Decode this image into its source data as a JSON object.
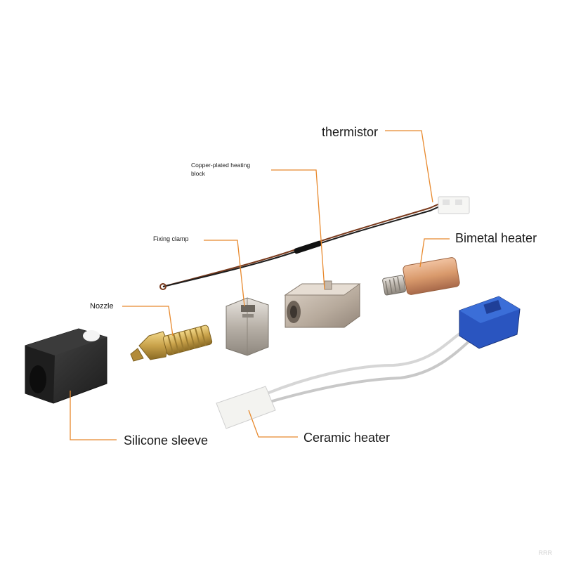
{
  "labels": {
    "thermistor": "thermistor",
    "heating_block": "Copper-plated heating block",
    "fixing_clamp": "Fixing clamp",
    "bimetal_heater": "Bimetal heater",
    "nozzle": "Nozzle",
    "silicone_sleeve": "Silicone sleeve",
    "ceramic_heater": "Ceramic heater"
  },
  "watermark": "RRR",
  "colors": {
    "leader_line": "#e8892d",
    "brass": "#c9a24a",
    "copper": "#d99a6c",
    "sleeve": "#2a2a2a",
    "connector_blue": "#2a55c0"
  }
}
